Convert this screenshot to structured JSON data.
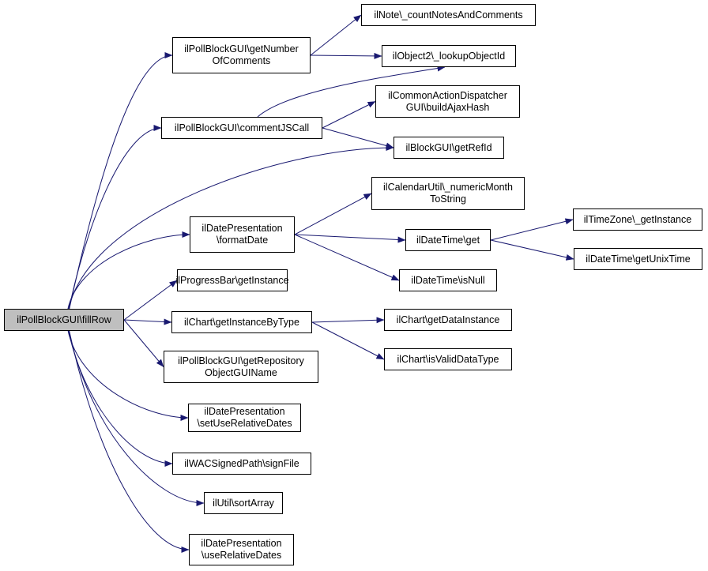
{
  "graph": {
    "nodes": [
      {
        "id": "fillRow",
        "lines": [
          "ilPollBlockGUI\\fillRow"
        ],
        "root": true
      },
      {
        "id": "getNumberOfComments",
        "lines": [
          "ilPollBlockGUI\\getNumber",
          "OfComments"
        ]
      },
      {
        "id": "commentJSCall",
        "lines": [
          "ilPollBlockGUI\\commentJSCall"
        ]
      },
      {
        "id": "formatDate",
        "lines": [
          "ilDatePresentation",
          "\\formatDate"
        ]
      },
      {
        "id": "progressBar",
        "lines": [
          "ilProgressBar\\getInstance"
        ]
      },
      {
        "id": "getInstanceByType",
        "lines": [
          "ilChart\\getInstanceByType"
        ]
      },
      {
        "id": "getRepositoryObjectGUIName",
        "lines": [
          "ilPollBlockGUI\\getRepository",
          "ObjectGUIName"
        ]
      },
      {
        "id": "setUseRelativeDates",
        "lines": [
          "ilDatePresentation",
          "\\setUseRelativeDates"
        ]
      },
      {
        "id": "signFile",
        "lines": [
          "ilWACSignedPath\\signFile"
        ]
      },
      {
        "id": "sortArray",
        "lines": [
          "ilUtil\\sortArray"
        ]
      },
      {
        "id": "useRelativeDates",
        "lines": [
          "ilDatePresentation",
          "\\useRelativeDates"
        ]
      },
      {
        "id": "countNotes",
        "lines": [
          "ilNote\\_countNotesAndComments"
        ]
      },
      {
        "id": "lookupObjectId",
        "lines": [
          "ilObject2\\_lookupObjectId"
        ]
      },
      {
        "id": "buildAjaxHash",
        "lines": [
          "ilCommonActionDispatcher",
          "GUI\\buildAjaxHash"
        ]
      },
      {
        "id": "getRefId",
        "lines": [
          "ilBlockGUI\\getRefId"
        ]
      },
      {
        "id": "numericMonth",
        "lines": [
          "ilCalendarUtil\\_numericMonth",
          "ToString"
        ]
      },
      {
        "id": "dateTimeGet",
        "lines": [
          "ilDateTime\\get"
        ]
      },
      {
        "id": "isNull",
        "lines": [
          "ilDateTime\\isNull"
        ]
      },
      {
        "id": "getDataInstance",
        "lines": [
          "ilChart\\getDataInstance"
        ]
      },
      {
        "id": "isValidDataType",
        "lines": [
          "ilChart\\isValidDataType"
        ]
      },
      {
        "id": "tzGetInstance",
        "lines": [
          "ilTimeZone\\_getInstance"
        ]
      },
      {
        "id": "getUnixTime",
        "lines": [
          "ilDateTime\\getUnixTime"
        ]
      }
    ],
    "edges": [
      [
        "fillRow",
        "getNumberOfComments"
      ],
      [
        "fillRow",
        "commentJSCall"
      ],
      [
        "fillRow",
        "getRefId"
      ],
      [
        "fillRow",
        "formatDate"
      ],
      [
        "fillRow",
        "progressBar"
      ],
      [
        "fillRow",
        "getInstanceByType"
      ],
      [
        "fillRow",
        "getRepositoryObjectGUIName"
      ],
      [
        "fillRow",
        "setUseRelativeDates"
      ],
      [
        "fillRow",
        "signFile"
      ],
      [
        "fillRow",
        "sortArray"
      ],
      [
        "fillRow",
        "useRelativeDates"
      ],
      [
        "getNumberOfComments",
        "countNotes"
      ],
      [
        "getNumberOfComments",
        "lookupObjectId"
      ],
      [
        "commentJSCall",
        "lookupObjectId"
      ],
      [
        "commentJSCall",
        "buildAjaxHash"
      ],
      [
        "commentJSCall",
        "getRefId"
      ],
      [
        "formatDate",
        "numericMonth"
      ],
      [
        "formatDate",
        "dateTimeGet"
      ],
      [
        "formatDate",
        "isNull"
      ],
      [
        "dateTimeGet",
        "tzGetInstance"
      ],
      [
        "dateTimeGet",
        "getUnixTime"
      ],
      [
        "getInstanceByType",
        "getDataInstance"
      ],
      [
        "getInstanceByType",
        "isValidDataType"
      ]
    ],
    "colors": {
      "edge": "#191970",
      "node_border": "#000000",
      "root_fill": "#bfbfbf",
      "node_fill": "#ffffff"
    }
  }
}
